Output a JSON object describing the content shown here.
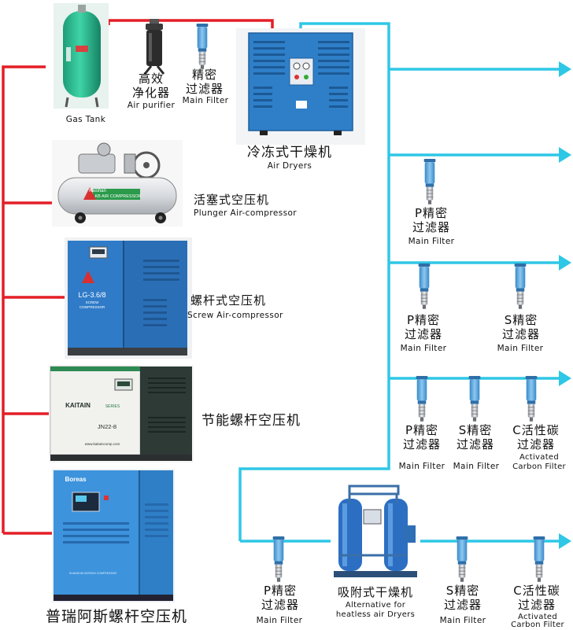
{
  "gas_tank": {
    "en": "Gas Tank"
  },
  "air_purifier": {
    "zh_1": "高效",
    "zh_2": "净化器",
    "en": "Air purifier"
  },
  "main_filter_top": {
    "zh_1": "精密",
    "zh_2": "过滤器",
    "en": "Main Filter"
  },
  "air_dryer": {
    "zh": "冷冻式干燥机",
    "en": "Air Dryers"
  },
  "plunger_compressor": {
    "zh": "活塞式空压机",
    "en": "Plunger Air-compressor",
    "brand": "Kaishan",
    "badge": "KB AIR COMPRESSOR"
  },
  "screw_compressor": {
    "zh": "螺杆式空压机",
    "en": "Screw Air-compressor",
    "model": "LG-3.6/8",
    "sub1": "SCREW",
    "sub2": "COMPRESSOR"
  },
  "energy_screw_compressor": {
    "zh": "节能螺杆空压机",
    "brand": "KAITAIN",
    "brand_sub": "SERIES",
    "model": "JN22-8",
    "site": "www.kaitaincomp.com"
  },
  "boreas_compressor": {
    "zh": "普瑞阿斯螺杆空压机",
    "brand": "Boreas",
    "sub": "SHANGHAI BOREAS COMPRESSOR"
  },
  "filters": {
    "row1_p": {
      "zh_1": "P精密",
      "zh_2": "过滤器",
      "en": "Main Filter"
    },
    "row2_p": {
      "zh_1": "P精密",
      "zh_2": "过滤器",
      "en": "Main Filter"
    },
    "row2_s": {
      "zh_1": "S精密",
      "zh_2": "过滤器",
      "en": "Main Filter"
    },
    "row3_p": {
      "zh_1": "P精密",
      "zh_2": "过滤器",
      "en": "Main Filter"
    },
    "row3_s": {
      "zh_1": "S精密",
      "zh_2": "过滤器",
      "en": "Main Filter"
    },
    "row3_c": {
      "zh_1": "C活性碳",
      "zh_2": "过滤器",
      "en_1": "Activated",
      "en_2": "Carbon Filter"
    },
    "row4_p": {
      "zh_1": "P精密",
      "zh_2": "过滤器",
      "en": "Main Filter"
    },
    "row4_s": {
      "zh_1": "S精密",
      "zh_2": "过滤器",
      "en": "Main Filter"
    },
    "row4_c": {
      "zh_1": "C活性碳",
      "zh_2": "过滤器",
      "en_1": "Activated",
      "en_2": "Carbon Filter"
    }
  },
  "adsorption_dryer": {
    "zh": "吸附式干燥机",
    "en_1": "Alternative for",
    "en_2": "heatless air Dryers"
  },
  "colors": {
    "red_pipe": "#e41e26",
    "cyan_pipe": "#2ec7e6",
    "tank": "#25b98d",
    "dryer": "#2f7fc8",
    "compressor_blue": "#2f78c6",
    "purifier": "#2c2c2c",
    "filter_blue": "#5aa6db"
  }
}
